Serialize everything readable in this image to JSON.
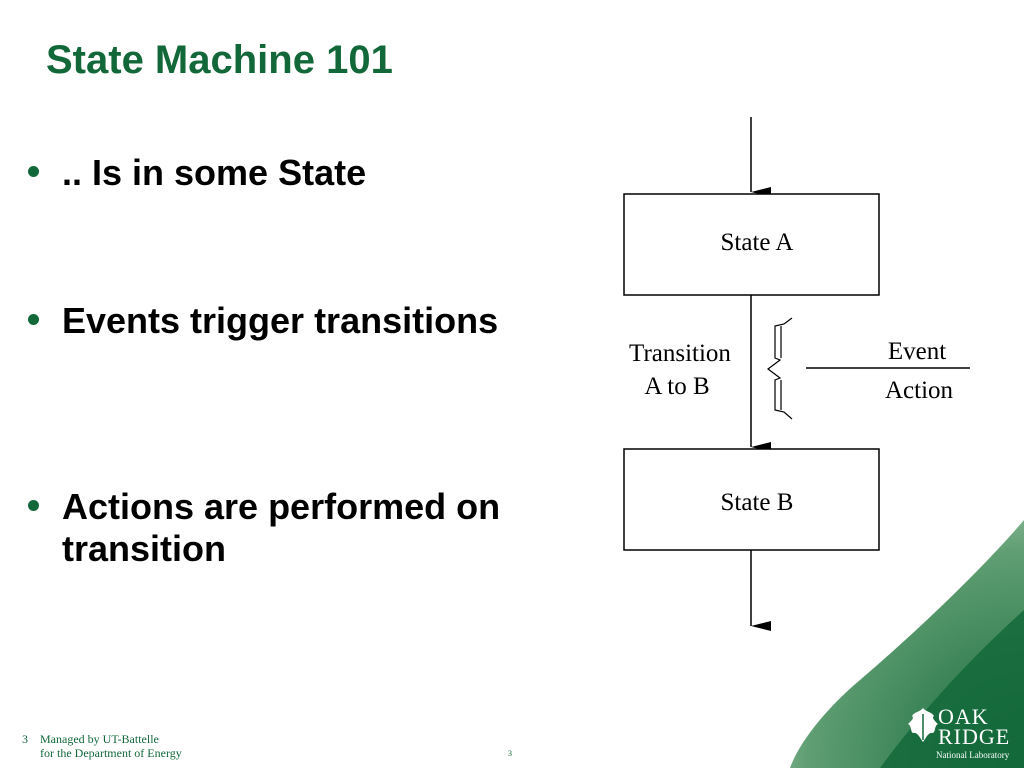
{
  "slide": {
    "title": "State Machine 101",
    "accent_color": "#13683a",
    "bullets": [
      ".. Is in some State",
      "Events trigger transitions",
      "Actions are performed on transition"
    ]
  },
  "diagram": {
    "state_a": "State A",
    "state_b": "State B",
    "transition_line1": "Transition",
    "transition_line2": "A to B",
    "event": "Event",
    "action": "Action"
  },
  "footer": {
    "page_number": "3",
    "managed_line1": "Managed by UT-Battelle",
    "managed_line2": "for the Department of Energy",
    "center_number": "3"
  },
  "logo": {
    "line1": "OAK",
    "line2": "RIDGE",
    "line3": "National Laboratory",
    "icon": "oak-leaf-icon"
  }
}
